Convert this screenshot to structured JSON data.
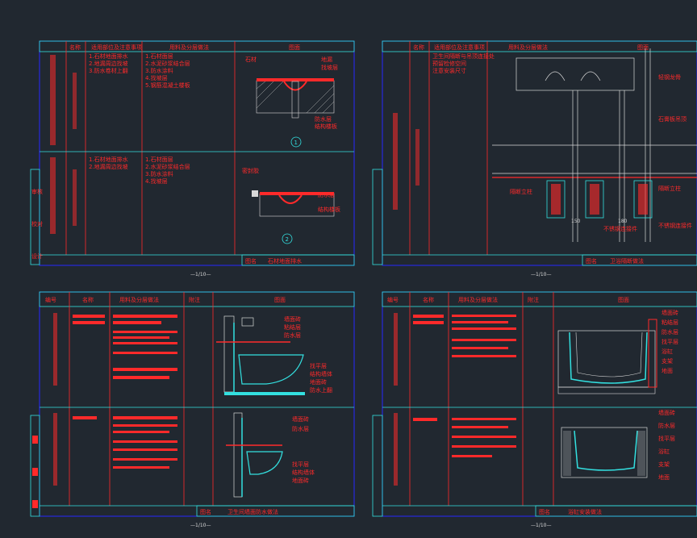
{
  "sheets": [
    {
      "id": "A",
      "headers": [
        "名称",
        "适用部位及注意事项",
        "用料及分层做法",
        "图面"
      ],
      "title_block": "石材地面排水",
      "footer": "图名",
      "scale": "—1/10—",
      "markers": [
        "1",
        "2"
      ],
      "side_labels": [
        "审核",
        "校对",
        "设计"
      ],
      "notes_left": [
        "1.石材地面排水",
        "2.地漏周边找坡",
        "3.防水卷材上翻"
      ],
      "notes_mid": [
        "1.石材面层",
        "2.水泥砂浆结合层",
        "3.防水涂料",
        "4.找坡层",
        "5.钢筋混凝土楼板"
      ],
      "callouts": [
        "石材",
        "地漏",
        "找坡层",
        "防水层",
        "结构楼板",
        "密封胶"
      ]
    },
    {
      "id": "B",
      "headers": [
        "名称",
        "适用部位及注意事项",
        "用料及分层做法",
        "图面"
      ],
      "title_block": "卫浴隔断做法",
      "footer": "图名",
      "scale": "—1/10—",
      "notes": [
        "卫生间隔断与吊顶连接处",
        "预留检修空间",
        "注意安装尺寸"
      ],
      "callouts": [
        "轻钢龙骨",
        "石膏板吊顶",
        "隔断立柱",
        "不锈钢连接件"
      ],
      "dims": [
        "150",
        "180"
      ]
    },
    {
      "id": "C",
      "headers": [
        "编号",
        "名称",
        "用料及分层做法",
        "附注",
        "图面"
      ],
      "title_block": "卫生间墙面防水做法",
      "footer": "图名",
      "scale": "—1/10—",
      "callouts": [
        "墙面砖",
        "粘结层",
        "防水层",
        "找平层",
        "结构墙体",
        "地面砖",
        "防水上翻"
      ]
    },
    {
      "id": "D",
      "headers": [
        "编号",
        "名称",
        "用料及分层做法",
        "附注",
        "图面"
      ],
      "title_block": "浴缸安装做法",
      "footer": "图名",
      "scale": "—1/10—",
      "callouts": [
        "墙面砖",
        "粘结层",
        "防水层",
        "找平层",
        "浴缸",
        "支架",
        "地面"
      ]
    }
  ],
  "colors": {
    "frame": "#2828ff",
    "grid": "#33e0e0",
    "text": "#ff2a2a",
    "line": "#d8d8d8",
    "bg": "#212830"
  }
}
